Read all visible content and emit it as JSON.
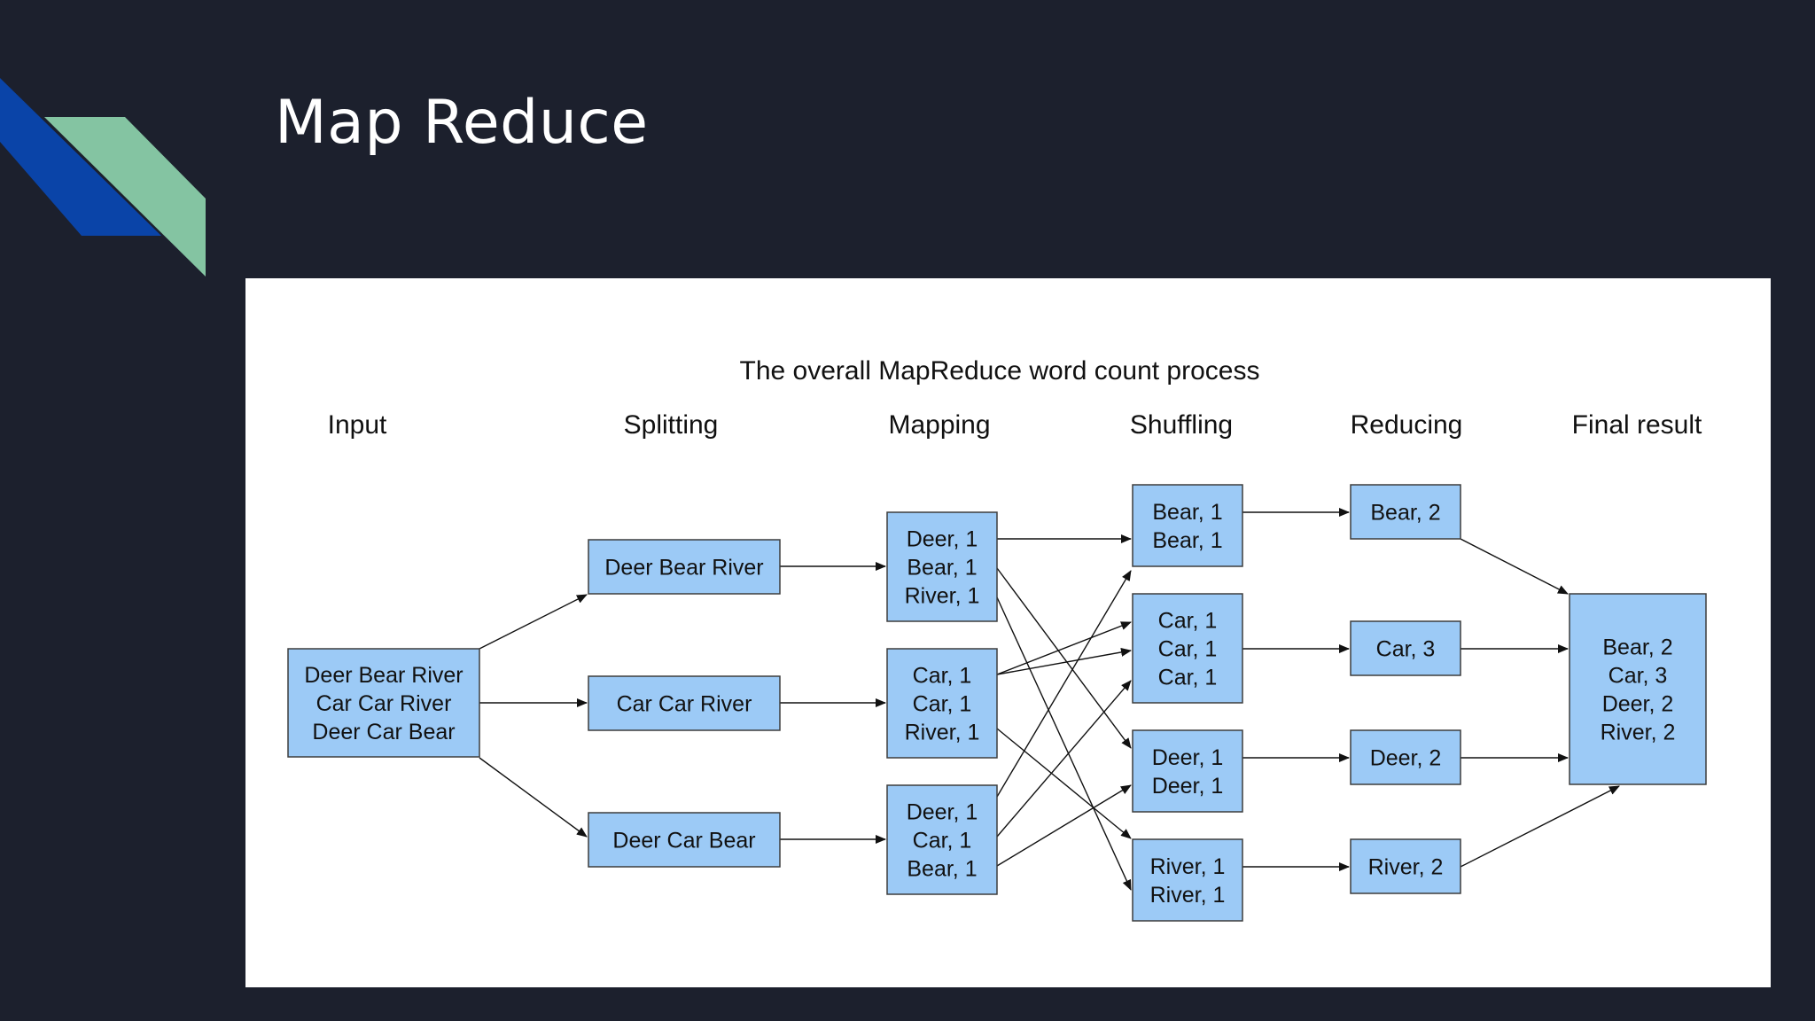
{
  "slide": {
    "title": "Map Reduce",
    "accent_colors": {
      "dark_blue": "#0a44a8",
      "mint": "#84c4a2"
    }
  },
  "diagram": {
    "title": "The overall MapReduce word count process",
    "stages": [
      "Input",
      "Splitting",
      "Mapping",
      "Shuffling",
      "Reducing",
      "Final result"
    ],
    "box_fill": "#9ccaf6",
    "nodes": [
      {
        "id": "input",
        "stage": "Input",
        "lines": [
          "Deer Bear River",
          "Car Car River",
          "Deer Car Bear"
        ]
      },
      {
        "id": "split1",
        "stage": "Splitting",
        "lines": [
          "Deer Bear River"
        ]
      },
      {
        "id": "split2",
        "stage": "Splitting",
        "lines": [
          "Car Car River"
        ]
      },
      {
        "id": "split3",
        "stage": "Splitting",
        "lines": [
          "Deer Car Bear"
        ]
      },
      {
        "id": "map1",
        "stage": "Mapping",
        "lines": [
          "Deer, 1",
          "Bear, 1",
          "River, 1"
        ]
      },
      {
        "id": "map2",
        "stage": "Mapping",
        "lines": [
          "Car, 1",
          "Car, 1",
          "River, 1"
        ]
      },
      {
        "id": "map3",
        "stage": "Mapping",
        "lines": [
          "Deer, 1",
          "Car, 1",
          "Bear, 1"
        ]
      },
      {
        "id": "shBear",
        "stage": "Shuffling",
        "lines": [
          "Bear, 1",
          "Bear, 1"
        ]
      },
      {
        "id": "shCar",
        "stage": "Shuffling",
        "lines": [
          "Car, 1",
          "Car, 1",
          "Car, 1"
        ]
      },
      {
        "id": "shDeer",
        "stage": "Shuffling",
        "lines": [
          "Deer, 1",
          "Deer, 1"
        ]
      },
      {
        "id": "shRiver",
        "stage": "Shuffling",
        "lines": [
          "River, 1",
          "River, 1"
        ]
      },
      {
        "id": "rdBear",
        "stage": "Reducing",
        "lines": [
          "Bear, 2"
        ]
      },
      {
        "id": "rdCar",
        "stage": "Reducing",
        "lines": [
          "Car, 3"
        ]
      },
      {
        "id": "rdDeer",
        "stage": "Reducing",
        "lines": [
          "Deer, 2"
        ]
      },
      {
        "id": "rdRiver",
        "stage": "Reducing",
        "lines": [
          "River, 2"
        ]
      },
      {
        "id": "final",
        "stage": "Final result",
        "lines": [
          "Bear, 2",
          "Car, 3",
          "Deer, 2",
          "River, 2"
        ]
      }
    ],
    "edges": [
      [
        "input",
        "split1"
      ],
      [
        "input",
        "split2"
      ],
      [
        "input",
        "split3"
      ],
      [
        "split1",
        "map1"
      ],
      [
        "split2",
        "map2"
      ],
      [
        "split3",
        "map3"
      ],
      [
        "map1",
        "shBear"
      ],
      [
        "map1",
        "shDeer"
      ],
      [
        "map1",
        "shRiver"
      ],
      [
        "map2",
        "shCar"
      ],
      [
        "map2",
        "shCar"
      ],
      [
        "map2",
        "shRiver"
      ],
      [
        "map3",
        "shDeer"
      ],
      [
        "map3",
        "shCar"
      ],
      [
        "map3",
        "shBear"
      ],
      [
        "shBear",
        "rdBear"
      ],
      [
        "shCar",
        "rdCar"
      ],
      [
        "shDeer",
        "rdDeer"
      ],
      [
        "shRiver",
        "rdRiver"
      ],
      [
        "rdBear",
        "final"
      ],
      [
        "rdCar",
        "final"
      ],
      [
        "rdDeer",
        "final"
      ],
      [
        "rdRiver",
        "final"
      ]
    ]
  }
}
